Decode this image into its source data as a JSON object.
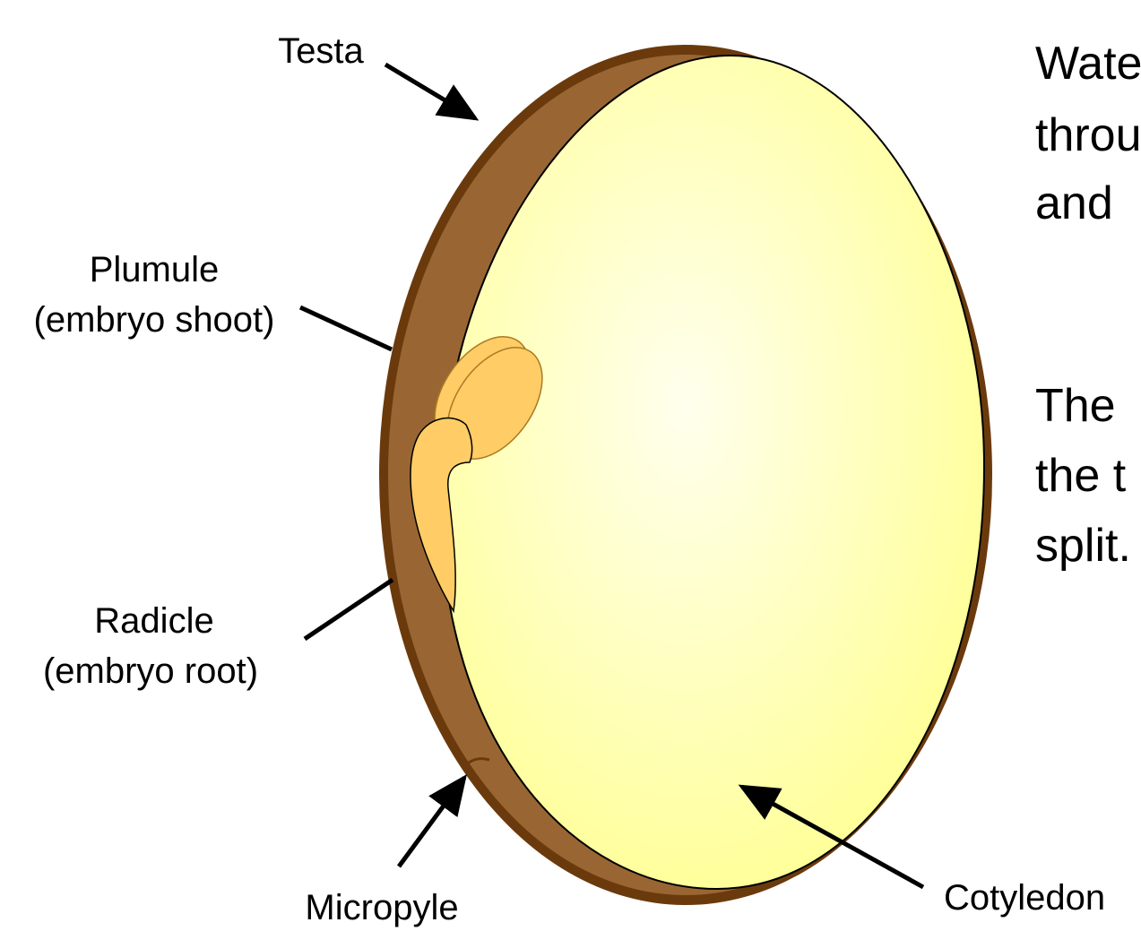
{
  "labels": {
    "testa": "Testa",
    "plumule_line1": "Plumule",
    "plumule_line2": "(embryo shoot)",
    "radicle_line1": "Radicle",
    "radicle_line2": "(embryo root)",
    "micropyle": "Micropyle",
    "cotyledon": "Cotyledon"
  },
  "text_block_1": {
    "line1": "Wate",
    "line2": "throu",
    "line3": "and"
  },
  "text_block_2": {
    "line1": "The",
    "line2": "the t",
    "line3": "split."
  },
  "colors": {
    "testa_outer": "#6b3a0c",
    "testa_inner": "#996633",
    "cotyledon_center": "#ffffee",
    "cotyledon_edge": "#ffff99",
    "embryo": "#ffcc66"
  }
}
